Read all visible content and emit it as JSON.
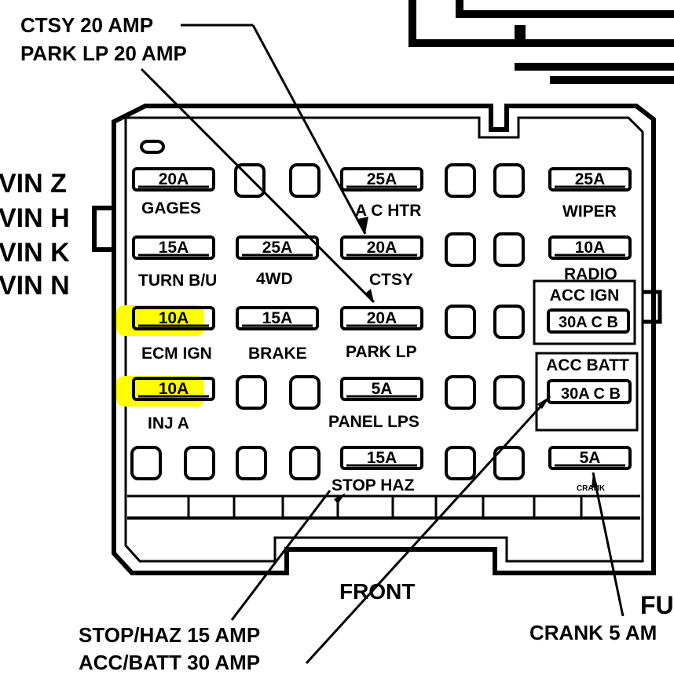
{
  "callouts": {
    "ctsy": "CTSY 20 AMP",
    "park_lp": "PARK LP 20 AMP",
    "stop_haz": "STOP/HAZ 15 AMP",
    "acc_batt": "ACC/BATT 30 AMP",
    "crank": "CRANK 5 AM",
    "fu": "FU"
  },
  "vin_codes": [
    "VIN Z",
    "VIN H",
    "VIN K",
    "VIN N"
  ],
  "front_label": "FRONT",
  "highlight_color": "#ffff00",
  "fuses": [
    {
      "id": "gages",
      "amp": "20A",
      "label": "GAGES",
      "highlighted": false
    },
    {
      "id": "ac-htr",
      "amp": "25A",
      "label": "A C HTR",
      "highlighted": false
    },
    {
      "id": "wiper",
      "amp": "25A",
      "label": "WIPER",
      "highlighted": false
    },
    {
      "id": "turn-bu",
      "amp": "15A",
      "label": "TURN B/U",
      "highlighted": false
    },
    {
      "id": "4wd",
      "amp": "25A",
      "label": "4WD",
      "highlighted": false
    },
    {
      "id": "ctsy",
      "amp": "20A",
      "label": "CTSY",
      "highlighted": false
    },
    {
      "id": "radio",
      "amp": "10A",
      "label": "RADIO",
      "highlighted": false
    },
    {
      "id": "ecm-ign",
      "amp": "10A",
      "label": "ECM IGN",
      "highlighted": true
    },
    {
      "id": "brake",
      "amp": "15A",
      "label": "BRAKE",
      "highlighted": false
    },
    {
      "id": "park-lp",
      "amp": "20A",
      "label": "PARK LP",
      "highlighted": false
    },
    {
      "id": "inj-a",
      "amp": "10A",
      "label": "INJ A",
      "highlighted": true
    },
    {
      "id": "panel-lps",
      "amp": "5A",
      "label": "PANEL LPS",
      "highlighted": false
    },
    {
      "id": "stop-haz",
      "amp": "15A",
      "label": "STOP HAZ",
      "highlighted": false
    },
    {
      "id": "crank",
      "amp": "5A",
      "label": "CRANK",
      "highlighted": false
    }
  ],
  "breakers": [
    {
      "id": "acc-ign",
      "title": "ACC IGN",
      "rating": "30A C B"
    },
    {
      "id": "acc-batt",
      "title": "ACC BATT",
      "rating": "30A C B"
    }
  ]
}
